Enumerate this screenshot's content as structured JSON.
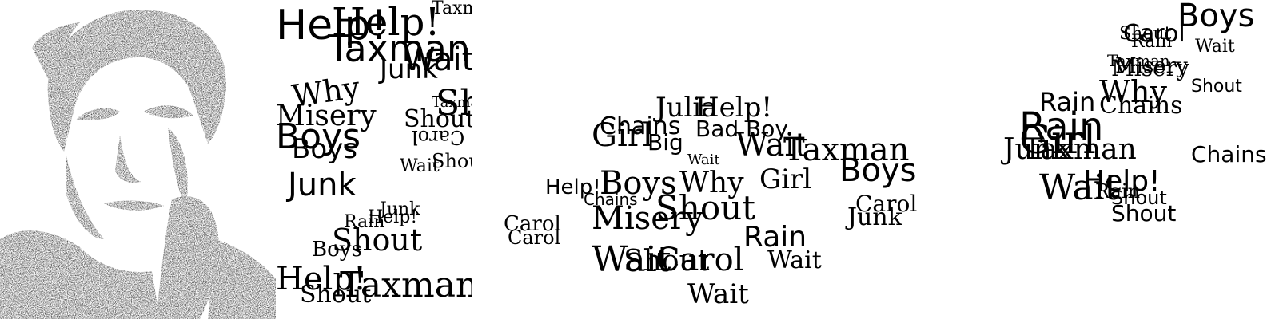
{
  "words": [
    "Help!",
    "Taxman",
    "Wait",
    "Junk",
    "Chains",
    "Boys",
    "Shout",
    "Carol",
    "Julia",
    "Misery",
    "Rain",
    "Girl",
    "Bad Boy",
    "Why",
    "Big"
  ],
  "panels": [
    {
      "name": "portrait-word-image",
      "description_free": true,
      "pieces": []
    },
    {
      "name": "word-cloud-1",
      "pieces": [
        {
          "text": "Help!",
          "size": 52
        },
        {
          "text": "Taxman",
          "size": 22
        },
        {
          "text": "Help!",
          "size": 48
        },
        {
          "text": "Taxman",
          "size": 46
        },
        {
          "text": "Wait",
          "size": 40
        },
        {
          "text": "Junk",
          "size": 34
        },
        {
          "text": "Shout",
          "size": 44
        },
        {
          "text": "Why",
          "size": 38
        },
        {
          "text": "Misery",
          "size": 36
        },
        {
          "text": "Boys",
          "size": 44
        },
        {
          "text": "Taxman",
          "size": 18
        },
        {
          "text": "Shout",
          "size": 30
        },
        {
          "text": "Carol",
          "size": 24
        },
        {
          "text": "Wait",
          "size": 22
        },
        {
          "text": "Shout",
          "size": 24
        },
        {
          "text": "Junk",
          "size": 40
        },
        {
          "text": "Boys",
          "size": 34
        },
        {
          "text": "Junk",
          "size": 22
        },
        {
          "text": "Rain",
          "size": 22
        },
        {
          "text": "Help!",
          "size": 22
        },
        {
          "text": "Shout",
          "size": 38
        },
        {
          "text": "Boys",
          "size": 26
        },
        {
          "text": "Taxman",
          "size": 44
        },
        {
          "text": "Help!",
          "size": 40
        },
        {
          "text": "Shout",
          "size": 30
        }
      ]
    },
    {
      "name": "word-cloud-2",
      "pieces": [
        {
          "text": "Julia",
          "size": 34
        },
        {
          "text": "Help!",
          "size": 34
        },
        {
          "text": "Chains",
          "size": 30
        },
        {
          "text": "Bad Boy",
          "size": 28
        },
        {
          "text": "Girl",
          "size": 40
        },
        {
          "text": "Big",
          "size": 28
        },
        {
          "text": "Wait",
          "size": 40
        },
        {
          "text": "Taxman",
          "size": 40
        },
        {
          "text": "Wait",
          "size": 18
        },
        {
          "text": "Boys",
          "size": 40
        },
        {
          "text": "Help!",
          "size": 26
        },
        {
          "text": "Boys",
          "size": 40
        },
        {
          "text": "Why",
          "size": 36
        },
        {
          "text": "Chains",
          "size": 20
        },
        {
          "text": "Girl",
          "size": 34
        },
        {
          "text": "Carol",
          "size": 26
        },
        {
          "text": "Misery",
          "size": 40
        },
        {
          "text": "Shout",
          "size": 42
        },
        {
          "text": "Carol",
          "size": 28
        },
        {
          "text": "Carol",
          "size": 24
        },
        {
          "text": "Junk",
          "size": 30
        },
        {
          "text": "Rain",
          "size": 36
        },
        {
          "text": "Wait",
          "size": 44
        },
        {
          "text": "Shout",
          "size": 36
        },
        {
          "text": "Carol",
          "size": 40
        },
        {
          "text": "Wait",
          "size": 30
        },
        {
          "text": "Wait",
          "size": 34
        }
      ]
    },
    {
      "name": "word-cloud-3",
      "pieces": [
        {
          "text": "Carol",
          "size": 30
        },
        {
          "text": "Boys",
          "size": 40
        },
        {
          "text": "Shout",
          "size": 22
        },
        {
          "text": "Rain",
          "size": 22
        },
        {
          "text": "Wait",
          "size": 22
        },
        {
          "text": "Misery",
          "size": 26
        },
        {
          "text": "Taxman",
          "size": 20
        },
        {
          "text": "Misery",
          "size": 28
        },
        {
          "text": "Why",
          "size": 38
        },
        {
          "text": "Shout",
          "size": 22
        },
        {
          "text": "Rain",
          "size": 32
        },
        {
          "text": "Chains",
          "size": 30
        },
        {
          "text": "Junk",
          "size": 36
        },
        {
          "text": "Rain",
          "size": 48
        },
        {
          "text": "Girl",
          "size": 50
        },
        {
          "text": "Taxman",
          "size": 36
        },
        {
          "text": "Chains",
          "size": 28
        },
        {
          "text": "Wait",
          "size": 44
        },
        {
          "text": "Help!",
          "size": 36
        },
        {
          "text": "Rain",
          "size": 24
        },
        {
          "text": "Shout",
          "size": 24
        },
        {
          "text": "Shout",
          "size": 28
        }
      ]
    }
  ]
}
